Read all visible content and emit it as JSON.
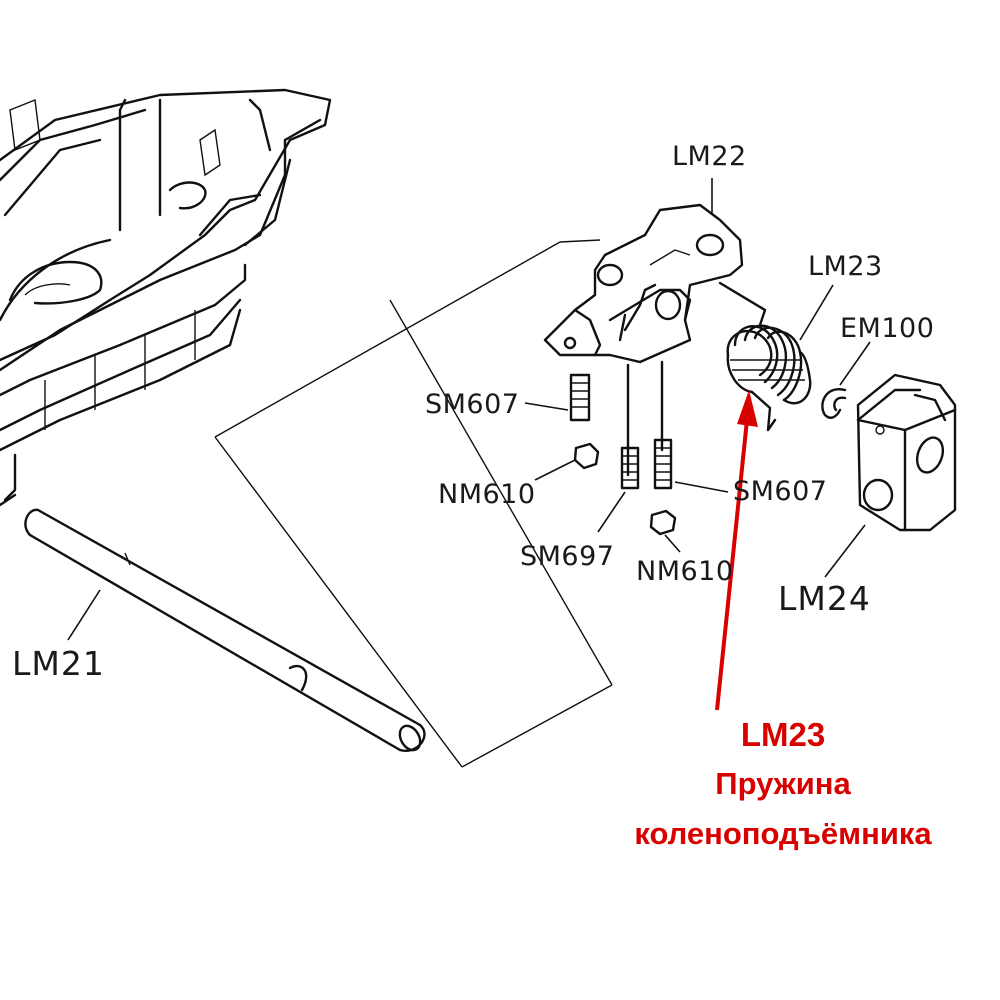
{
  "parts": {
    "lm21": "LM21",
    "lm22": "LM22",
    "lm23": "LM23",
    "lm24": "LM24",
    "em100": "EM100",
    "sm607_a": "SM607",
    "sm607_b": "SM607",
    "sm697": "SM697",
    "nm610_a": "NM610",
    "nm610_b": "NM610"
  },
  "highlight": {
    "code": "LM23",
    "line1": "Пружина",
    "line2": "коленоподъёмника",
    "color": "#d90000"
  }
}
